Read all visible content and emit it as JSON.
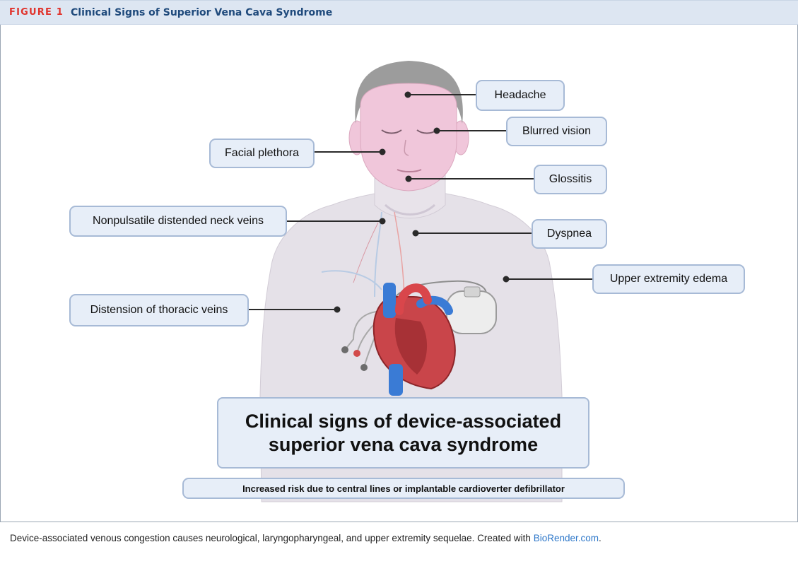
{
  "figure": {
    "label": "FIGURE 1",
    "title": "Clinical Signs of Superior Vena Cava Syndrome"
  },
  "callouts": {
    "headache": "Headache",
    "blurred_vision": "Blurred vision",
    "facial_plethora": "Facial plethora",
    "glossitis": "Glossitis",
    "neck_veins": "Nonpulsatile distended neck veins",
    "dyspnea": "Dyspnea",
    "upper_extremity_edema": "Upper extremity edema",
    "thoracic_veins": "Distension of thoracic veins"
  },
  "main_box": {
    "line1": "Clinical signs of device-associated",
    "line2": "superior vena cava syndrome"
  },
  "sub_box": "Increased risk due to central lines or implantable cardioverter defibrillator",
  "caption": {
    "text": "Device-associated venous congestion causes neurological, laryngopharyngeal, and upper extremity sequelae. Created with ",
    "link": "BioRender.com",
    "end": "."
  },
  "colors": {
    "header_bg": "#dde6f2",
    "figure_label": "#e0332c",
    "figure_title": "#1f4a7c",
    "callout_bg": "#e7eef8",
    "callout_border": "#a7bad6",
    "face_tint": "#f0c6da",
    "body": "#e5e1e8",
    "link": "#2d77c9"
  }
}
